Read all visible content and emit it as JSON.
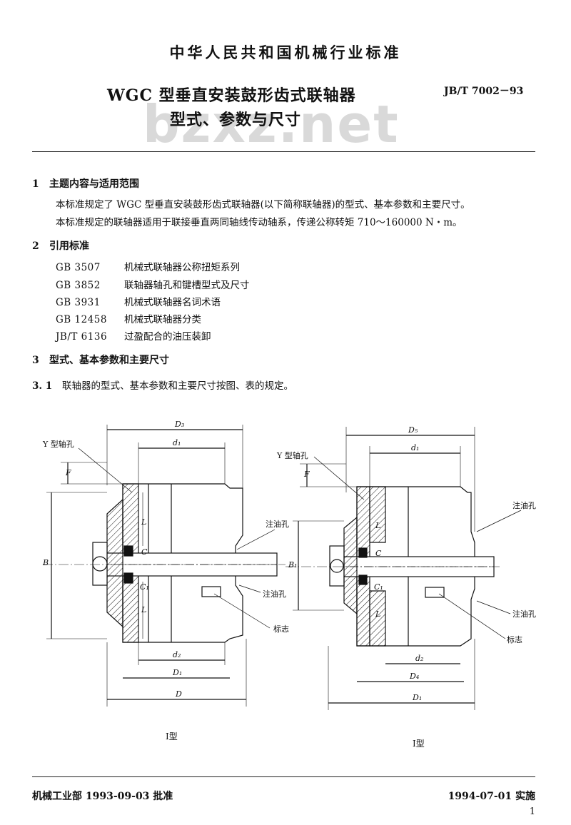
{
  "header": {
    "ministry": "中华人民共和国机械行业标准",
    "title_line1": "WGC 型垂直安装鼓形齿式联轴器",
    "title_line2": "型式、参数与尺寸",
    "standard_number": "JB/T 7002－93",
    "watermark": "bzxz.net"
  },
  "sections": {
    "s1": {
      "number": "1",
      "title": "主题内容与适用范围",
      "para1": "本标准规定了 WGC 型垂直安装鼓形齿式联轴器(以下简称联轴器)的型式、基本参数和主要尺寸。",
      "para2": "本标准规定的联轴器适用于联接垂直两同轴线传动轴系，传递公称转矩 710～160000 N・m。"
    },
    "s2": {
      "number": "2",
      "title": "引用标准",
      "refs": [
        {
          "code": "GB 3507",
          "name": "机械式联轴器公称扭矩系列"
        },
        {
          "code": "GB 3852",
          "name": "联轴器轴孔和键槽型式及尺寸"
        },
        {
          "code": "GB 3931",
          "name": "机械式联轴器名词术语"
        },
        {
          "code": "GB 12458",
          "name": "机械式联轴器分类"
        },
        {
          "code": "JB/T 6136",
          "name": "过盈配合的油压装卸"
        }
      ]
    },
    "s3": {
      "number": "3",
      "title": "型式、基本参数和主要尺寸",
      "clause_number": "3. 1",
      "clause_text": "联轴器的型式、基本参数和主要尺寸按图、表的规定。"
    }
  },
  "figure": {
    "left": {
      "caption": "Ⅰ型",
      "labels": {
        "y_hole": "Y 型轴孔",
        "oil_hole_1": "注油孔",
        "oil_hole_2": "注油孔",
        "mark": "标志",
        "D3": "D₃",
        "d1": "d₁",
        "F": "F",
        "L_top": "L",
        "C_top": "C",
        "C1": "C₁",
        "L_bot": "L",
        "B": "B",
        "d2": "d₂",
        "D1": "D₁",
        "D": "D"
      }
    },
    "right": {
      "caption": "Ⅰ型",
      "labels": {
        "y_hole": "Y 型轴孔",
        "oil_hole_1": "注油孔",
        "oil_hole_2": "注油孔",
        "mark": "标志",
        "D5": "D₅",
        "d1": "d₁",
        "F": "F",
        "L_top": "L",
        "C_top": "C",
        "C1": "C₁",
        "L_bot": "L",
        "B1": "B₁",
        "d2": "d₂",
        "D4": "D₄",
        "D1": "D₁"
      }
    }
  },
  "footer": {
    "issued": "机械工业部 1993-09-03 批准",
    "effective": "1994-07-01 实施",
    "page": "1"
  }
}
